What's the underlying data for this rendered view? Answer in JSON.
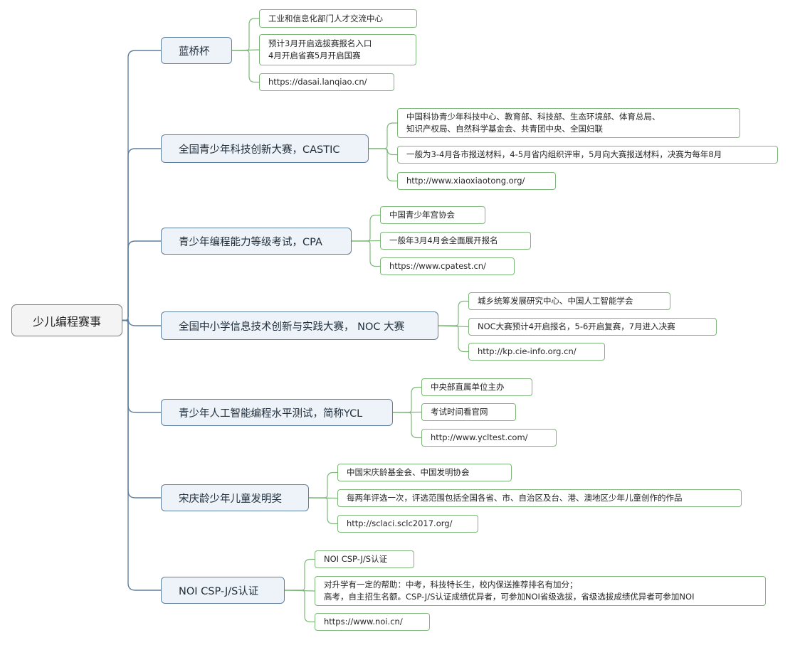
{
  "root": {
    "label": "少儿编程赛事"
  },
  "branches": [
    {
      "label": "蓝桥杯",
      "leaves": [
        [
          "工业和信息化部门人才交流中心"
        ],
        [
          "预计3月开启选拔赛报名入口",
          "4月开启省赛5月开启国赛"
        ],
        [
          "https://dasai.lanqiao.cn/"
        ]
      ]
    },
    {
      "label": "全国青少年科技创新大赛，CASTIC",
      "leaves": [
        [
          "中国科协青少年科技中心、教育部、科技部、生态环境部、体育总局、",
          "知识产权局、自然科学基金会、共青团中央、全国妇联"
        ],
        [
          "一般为3-4月各市报送材料，4-5月省内组织评审，5月向大赛报送材料，决赛为每年8月"
        ],
        [
          "http://www.xiaoxiaotong.org/"
        ]
      ]
    },
    {
      "label": "青少年编程能力等级考试，CPA",
      "leaves": [
        [
          "中国青少年宫协会"
        ],
        [
          "一般年3月4月会全面展开报名"
        ],
        [
          "https://www.cpatest.cn/"
        ]
      ]
    },
    {
      "label": "全国中小学信息技术创新与实践大赛， NOC 大赛",
      "leaves": [
        [
          "城乡统筹发展研究中心、中国人工智能学会"
        ],
        [
          "NOC大赛预计4开启报名，5-6开启复赛，7月进入决赛"
        ],
        [
          "http://kp.cie-info.org.cn/"
        ]
      ]
    },
    {
      "label": "青少年人工智能编程水平测试，简称YCL",
      "leaves": [
        [
          "中央部直属单位主办"
        ],
        [
          "考试时间看官网"
        ],
        [
          "http://www.ycltest.com/"
        ]
      ]
    },
    {
      "label": "宋庆龄少年儿童发明奖",
      "leaves": [
        [
          "中国宋庆龄基金会、中国发明协会"
        ],
        [
          "每两年评选一次，评选范围包括全国各省、市、自治区及台、港、澳地区少年儿童创作的作品"
        ],
        [
          "http://sclaci.sclc2017.org/"
        ]
      ]
    },
    {
      "label": "NOI CSP-J/S认证",
      "leaves": [
        [
          "NOI CSP-J/S认证"
        ],
        [
          "对升学有一定的帮助：中考，科技特长生，校内保送推荐排名有加分；",
          "高考，自主招生名额。CSP-J/S认证成绩优异者，可参加NOI省级选拔，省级选拔成绩优异者可参加NOI"
        ],
        [
          "https://www.noi.cn/"
        ]
      ]
    }
  ]
}
